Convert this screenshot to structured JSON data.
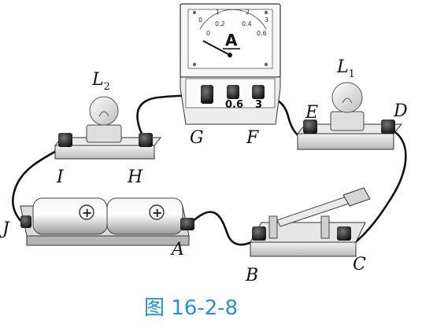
{
  "labels": {
    "L2": "L",
    "L2_sub": "2",
    "L1": "L",
    "L1_sub": "1",
    "A": "A",
    "B": "B",
    "C": "C",
    "D": "D",
    "E": "E",
    "F": "F",
    "G": "G",
    "H": "H",
    "I": "I",
    "J": "J"
  },
  "ammeter": {
    "symbol": "A",
    "scale_top": [
      "0",
      "1",
      "2",
      "3"
    ],
    "scale_bottom": [
      "0",
      "0.2",
      "0.4",
      "0.6"
    ],
    "terminal_minus": "−",
    "terminal_06": "0.6",
    "terminal_3": "3"
  },
  "battery": {
    "plus_symbol": "+"
  },
  "caption": "图 16-2-8",
  "colors": {
    "caption": "#2b8fd6",
    "wire": "#111111"
  }
}
